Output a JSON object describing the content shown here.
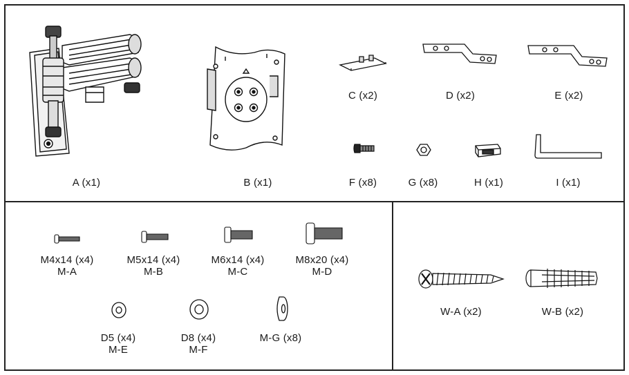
{
  "parts": {
    "A": "A (x1)",
    "B": "B (x1)",
    "C": "C (x2)",
    "D": "D (x2)",
    "E": "E (x2)",
    "F": "F (x8)",
    "G": "G (x8)",
    "H": "H (x1)",
    "I": "I (x1)"
  },
  "screws": [
    {
      "size": "M4x14 (x4)",
      "code": "M-A"
    },
    {
      "size": "M5x14 (x4)",
      "code": "M-B"
    },
    {
      "size": "M6x14 (x4)",
      "code": "M-C"
    },
    {
      "size": "M8x20 (x4)",
      "code": "M-D"
    }
  ],
  "washers": [
    {
      "size": "D5 (x4)",
      "code": "M-E"
    },
    {
      "size": "D8 (x4)",
      "code": "M-F"
    },
    {
      "size": "M-G (x8)",
      "code": ""
    }
  ],
  "wall": {
    "WA": "W-A (x2)",
    "WB": "W-B (x2)"
  }
}
